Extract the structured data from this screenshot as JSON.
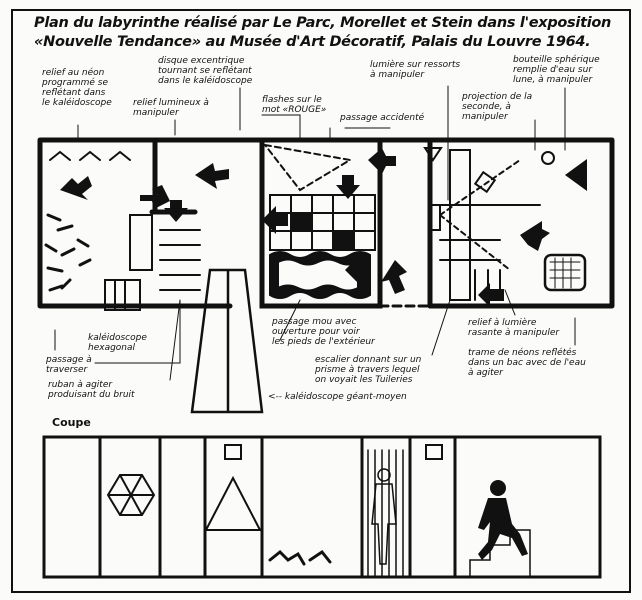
{
  "title": {
    "line1": "Plan du labyrinthe réalisé par Le Parc, Morellet et Stein dans l'exposition",
    "line2": "«Nouvelle Tendance» au Musée d'Art Décoratif, Palais du Louvre 1964."
  },
  "labels": {
    "relief_neon": "relief au néon\nprogrammé se\nreflétant dans\nle kaléidoscope",
    "disque": "disque excentrique\ntournant se reflétant\ndans le kaléidoscope",
    "relief_lumineux": "relief lumineux à\nmanipuler",
    "flashes": "flashes sur le\nmot «ROUGE»",
    "passage_accidente": "passage accidenté",
    "lumiere_ressorts": "lumière sur ressorts\nà manipuler",
    "projection": "projection de la\nseconde, à\nmanipuler",
    "bouteille": "bouteille sphérique\nremplie d'eau sur\nlune, à manipuler",
    "kaleido_hex": "kaléidoscope\nhexagonal",
    "passage_traverser": "passage à\ntraverser",
    "ruban": "ruban à agiter\nproduisant du bruit",
    "passage_mou": "passage mou avec\nouverture pour voir\nles pieds de l'extérieur",
    "escalier": "escalier donnant sur un\nprisme à travers lequel\non voyait les Tuileries",
    "kaleido_geant": "<-- kaléidoscope géant-moyen",
    "relief_rasante": "relief à lumière\nrasante à manipuler",
    "trame": "trame de néons reflétés\ndans un bac avec de l'eau\nà agiter"
  },
  "section": {
    "label": "Coupe"
  }
}
